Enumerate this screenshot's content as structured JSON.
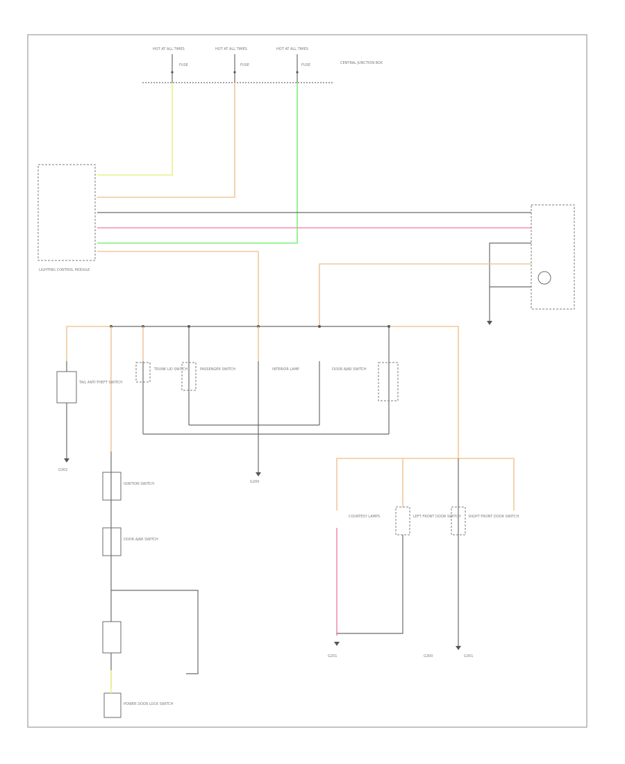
{
  "diagram": {
    "corner_label": "",
    "hot_labels": [
      "HOT AT ALL TIMES",
      "HOT AT ALL TIMES",
      "HOT AT ALL TIMES"
    ],
    "fuse_labels": [
      "FUSE",
      "FUSE",
      "FUSE"
    ],
    "central_junction_box": "CENTRAL JUNCTION BOX",
    "module_label": "LIGHTING CONTROL MODULE",
    "left_components": [
      "TAIL ANTI-THEFT SWITCH",
      "IGNITION SWITCH",
      "DOOR AJAR SWITCH"
    ],
    "center_components": [
      "TRUNK LID SWITCH",
      "PASSENGER SWITCH",
      "INTERIOR LAMP",
      "DOOR AJAR SWITCH"
    ],
    "right_components": [
      "LEFT FRONT DOOR SWITCH",
      "RIGHT FRONT DOOR SWITCH",
      "COURTESY LAMPS"
    ],
    "ground_labels": [
      "G200",
      "G201",
      "G300",
      "G301",
      "G302"
    ],
    "bottom_left_component": "POWER DOOR LOCK SWITCH",
    "wire_colors": {
      "orange": "#f0c89a",
      "yellow": "#e9f08a",
      "green": "#7cf07c",
      "pink": "#f28fb0",
      "black": "#6a6a6a"
    }
  }
}
